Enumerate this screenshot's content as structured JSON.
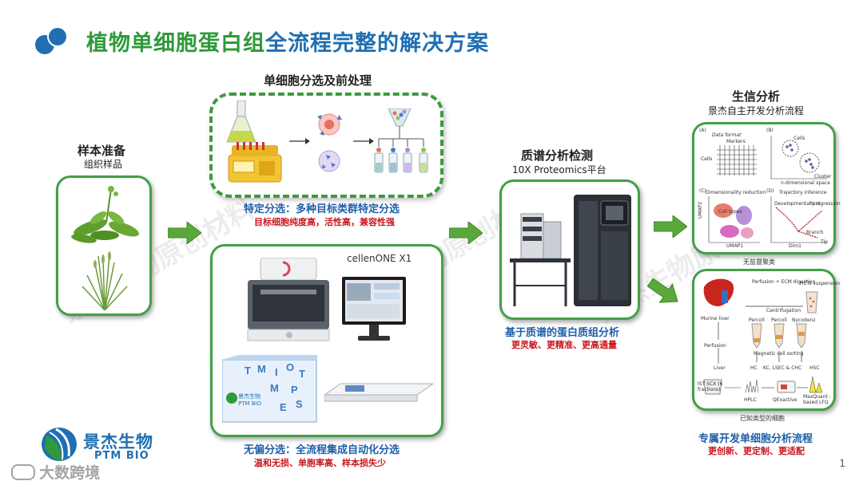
{
  "title": {
    "part1": "植物单细胞蛋白组",
    "part2": "全流程完整的解决方案"
  },
  "sample": {
    "title": "样本准备",
    "subtitle": "组织样品"
  },
  "presort": {
    "title": "单细胞分选及前处理",
    "specific_caption": "特定分选：多种目标类群特定分选",
    "specific_detail": "目标细胞纯度高，活性高，兼容性强",
    "unbiased_caption": "无偏分选：全流程集成自动化分选",
    "unbiased_detail": "温和无损、单胞率高、样本损失少",
    "instrument_brand": "cellenONE X1",
    "box_brand": "PTM BIO",
    "box_brand_cn": "景杰生物"
  },
  "ms": {
    "title": "质谱分析检测",
    "subtitle": "10X Proteomics平台",
    "caption": "基于质谱的蛋白质组分析",
    "detail": "更灵敏、更精准、更高通量"
  },
  "bioinfo": {
    "title": "生信分析",
    "subtitle": "景杰自主开发分析流程",
    "panel1_caption": "无监督聚类",
    "panel2_caption": "已知类型的细胞",
    "caption": "专属开发单细胞分析流程",
    "detail": "更创新、更定制、更适配",
    "panel1_labels": {
      "a": "(A)",
      "b": "(B)",
      "c": "(C)",
      "d": "(D)",
      "data_format": "Data format",
      "markers": "Markers",
      "cells": "Cells",
      "cells2": "Cells",
      "cluster": "Cluster",
      "n_space": "n-dimensional space",
      "dim_red": "Dimensionality reduction",
      "umap2": "UMAP2",
      "umap1": "UMAP1",
      "cell_types": "Cell types",
      "traj": "Trajectory inference",
      "dev_prog": "Developmental progression",
      "root": "Root",
      "branch": "Branch",
      "tip": "Tip",
      "dim1": "Dim1"
    },
    "panel2_labels": {
      "perfusion_ecm": "Perfusion + ECM digestion",
      "hcts": "HCTs suspension",
      "centrifugation": "Centrifugation",
      "murine_liver": "Murine liver",
      "percoll1": "Percoll",
      "percoll2": "Percoll",
      "nycodenz": "Nycodenz",
      "perfusion": "Perfusion",
      "sorting": "Magnetic cell sorting",
      "liver": "Liver",
      "hc": "HC",
      "kc": "KC, LSEC & CHC",
      "hsc": "HSC",
      "ist": "IST SCX (6 fractions)",
      "hplc": "HPLC",
      "qexactive": "QExactive",
      "maxquant": "MaxQuant -based LFQ"
    }
  },
  "logo": {
    "cn": "景杰生物",
    "en": "PTM BIO"
  },
  "footer": {
    "source": "大数跨境",
    "page": "1"
  },
  "watermark": "景杰生物原创材料",
  "colors": {
    "green": "#2e9a3a",
    "blue": "#1f6fb2",
    "red": "#c8161d",
    "box_border": "#43a047"
  }
}
